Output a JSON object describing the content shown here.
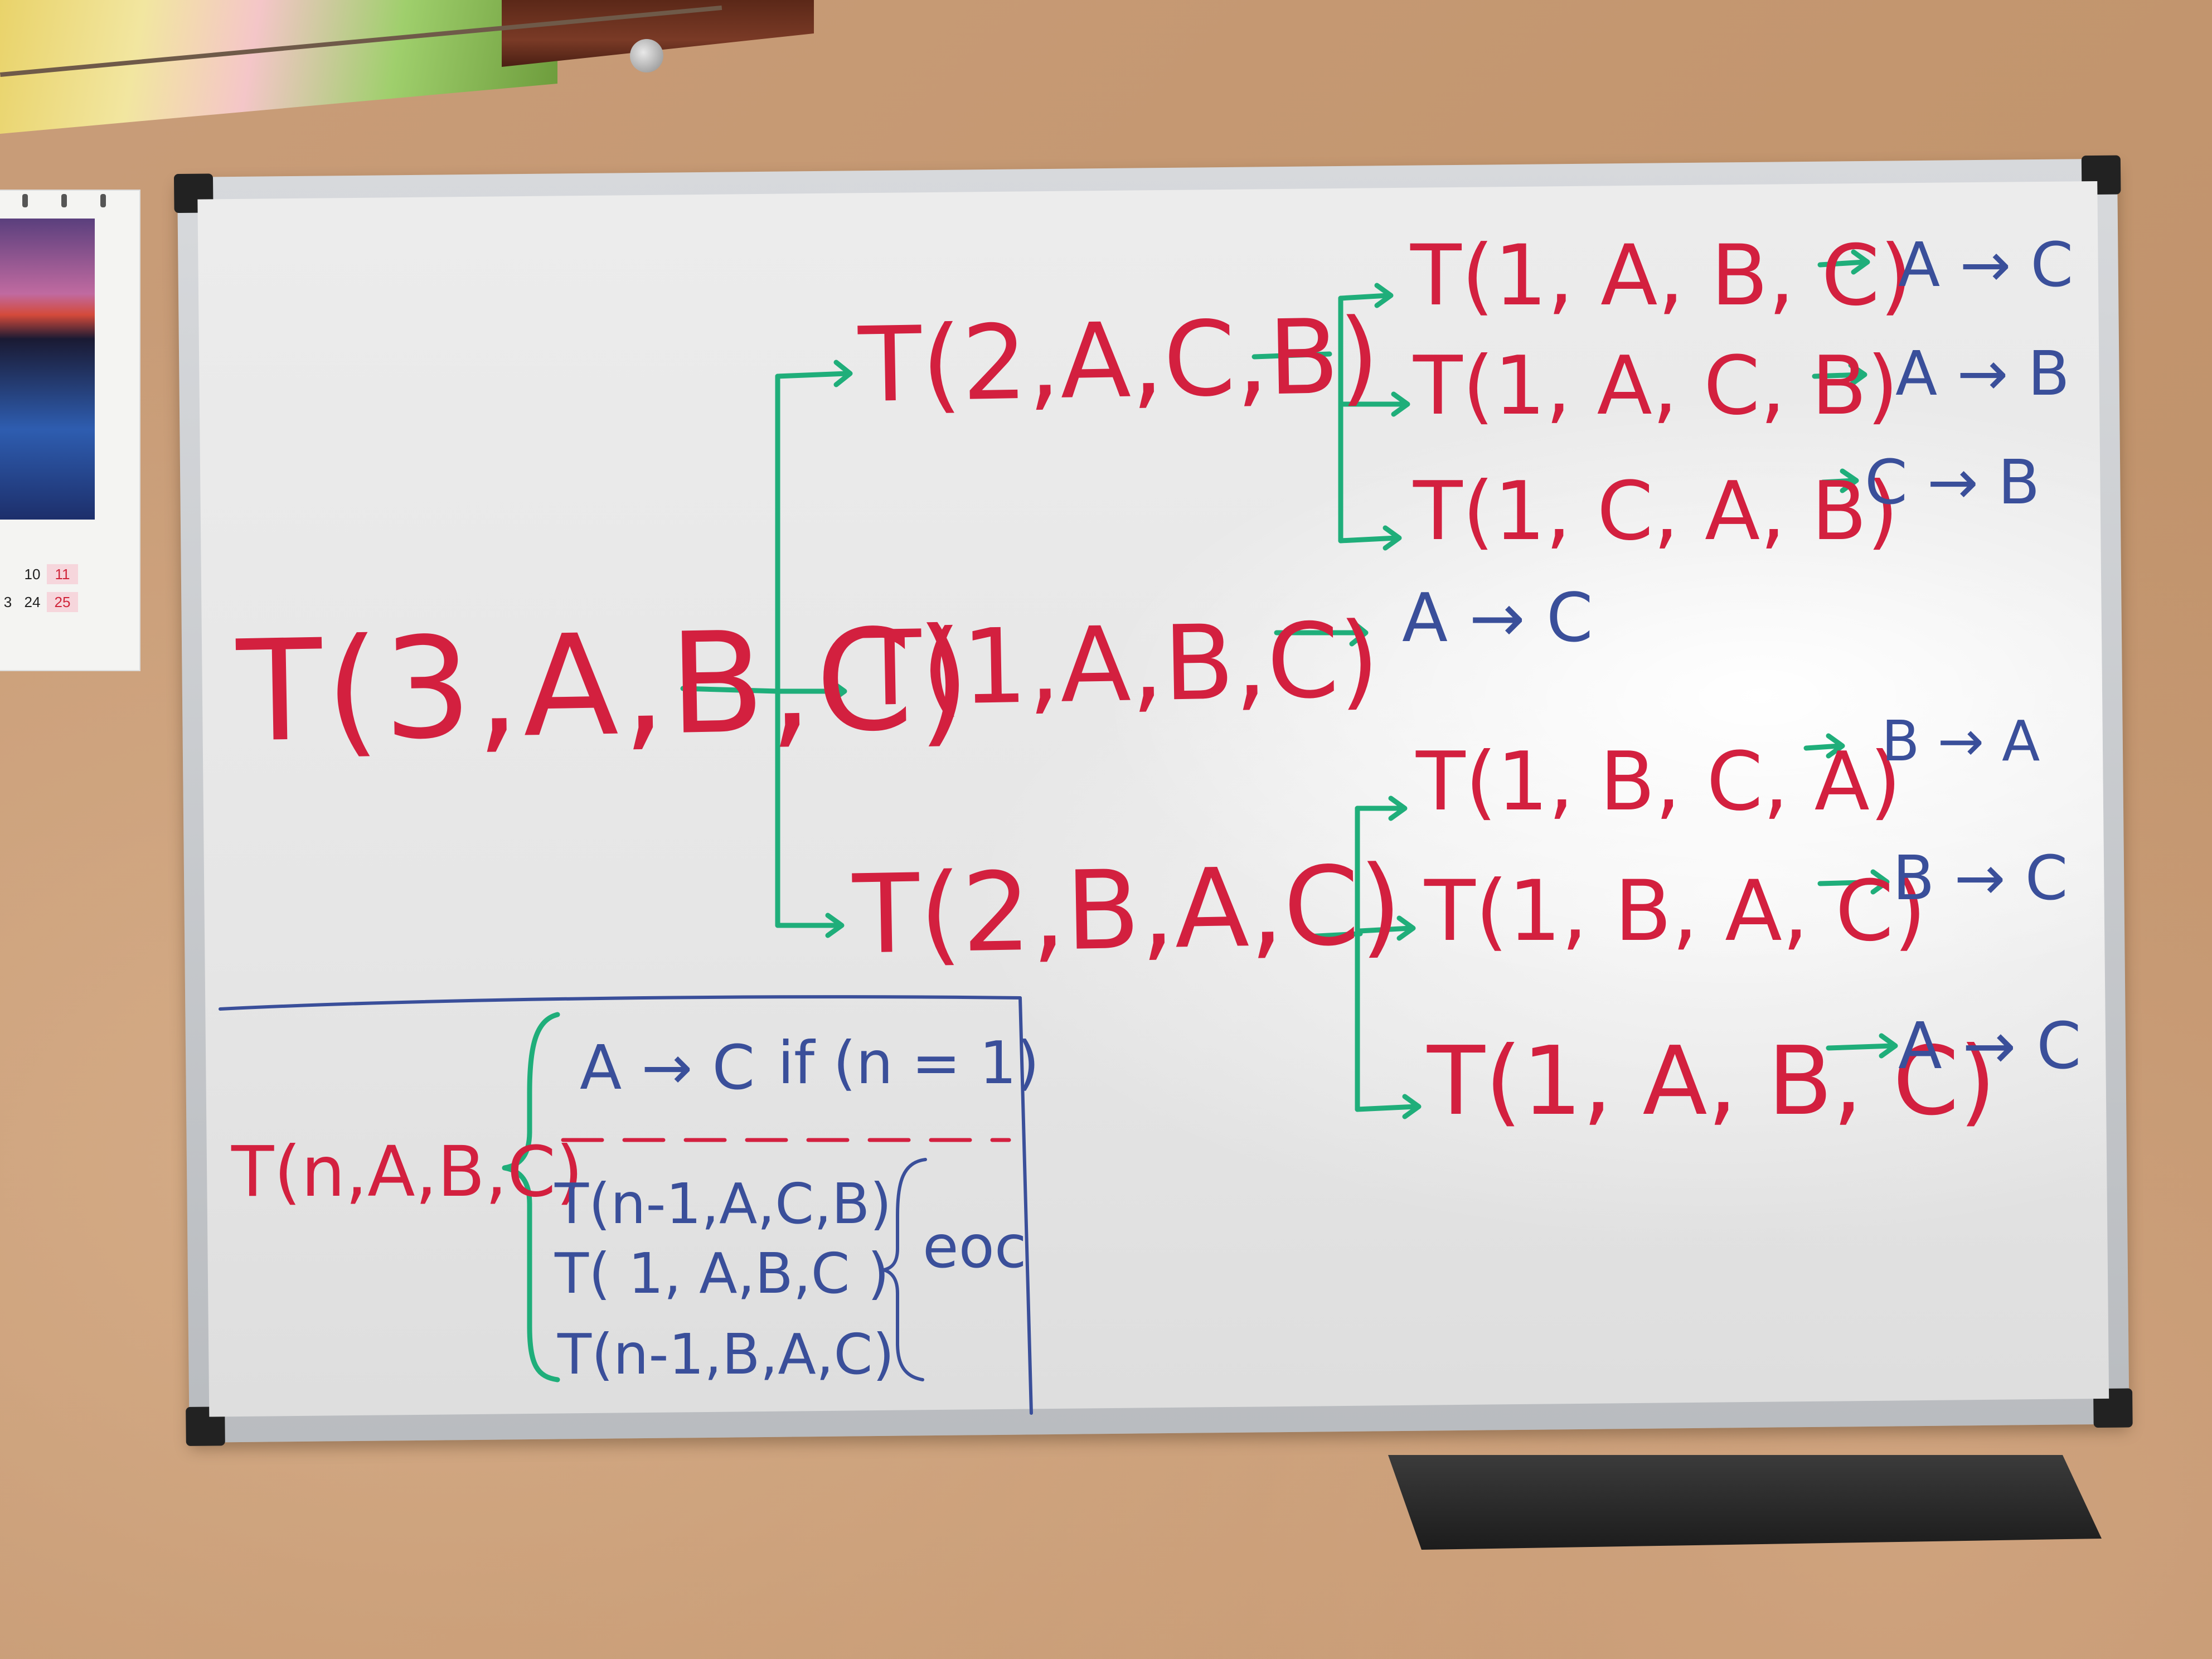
{
  "calendar": {
    "row1": [
      "10",
      "11"
    ],
    "row2": [
      "3",
      "24",
      "25"
    ]
  },
  "board": {
    "root": "T(3,A,B,C)",
    "level1": {
      "top": "T(2,A,C,B)",
      "middle": "T(1,A,B,C)",
      "bottom": "T(2,B,A,C)"
    },
    "middle_result": "A → C",
    "top_branch": [
      {
        "call": "T(1, A, B, C)",
        "move": "A → C"
      },
      {
        "call": "T(1, A, C, B)",
        "move": "A → B"
      },
      {
        "call": "T(1, C, A, B)",
        "move": "C → B"
      }
    ],
    "bottom_branch": [
      {
        "call": "T(1, B, C, A)",
        "move": "B → A"
      },
      {
        "call": "T(1, B, A, C)",
        "move": "B → C"
      },
      {
        "call": "T(1, A, B, C)",
        "move": "A → C"
      }
    ],
    "definition": {
      "head": "T(n,A,B,C)",
      "base_move": "A → C",
      "base_condition": "if (n = 1)",
      "recursive_lines": [
        "T(n-1,A,C,B)",
        "T( 1, A,B,C )",
        "T(n-1,B,A,C)"
      ],
      "otherwise": "eoc"
    }
  },
  "colors": {
    "red_marker": "#d3203f",
    "blue_marker": "#3a4f9a",
    "green_marker": "#1fae7a"
  }
}
